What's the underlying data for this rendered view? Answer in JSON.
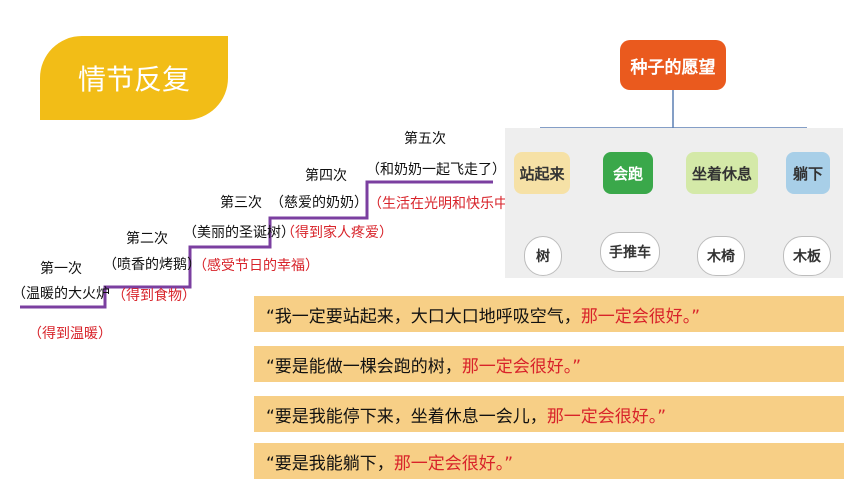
{
  "title": "情节反复",
  "steps": [
    {
      "label": "第一次",
      "item": "（温暖的大火炉",
      "result": "（得到温暖）"
    },
    {
      "label": "第二次",
      "item": "（喷香的烤鹅）",
      "result": "（得到食物）"
    },
    {
      "label": "第三次",
      "item": "（美丽的圣诞树）",
      "result": "（感受节日的幸福）"
    },
    {
      "label": "第四次",
      "item": "（慈爱的奶奶）",
      "result": "（得到家人疼爱）"
    },
    {
      "label": "第五次",
      "item": "（和奶奶一起飞走了）",
      "result": "（生活在光明和快乐中）"
    }
  ],
  "tree": {
    "root": "种子的愿望",
    "children": [
      {
        "label": "站起来",
        "leaf": "树",
        "color": "#f6e1a6",
        "text_color": "#333333"
      },
      {
        "label": "会跑",
        "leaf": "手推车",
        "color": "#3aa84a",
        "text_color": "#ffffff"
      },
      {
        "label": "坐着休息",
        "leaf": "木椅",
        "color": "#d4e9a8",
        "text_color": "#333333"
      },
      {
        "label": "躺下",
        "leaf": "木板",
        "color": "#a8cfe8",
        "text_color": "#333333"
      }
    ]
  },
  "quotes": [
    {
      "main": "“我一定要站起来，大口大口地呼吸空气，",
      "tail": "那一定会很好。”"
    },
    {
      "main": "“要是能做一棵会跑的树，",
      "tail": "那一定会很好。”"
    },
    {
      "main": "“要是我能停下来，坐着休息一会儿，",
      "tail": "那一定会很好。”"
    },
    {
      "main": "“要是我能躺下，",
      "tail": "那一定会很好。”"
    }
  ],
  "colors": {
    "accent": "#f2bd17",
    "stair": "#7b3fa0",
    "red": "#d8232a",
    "root": "#ea5a1e",
    "quote_bg": "#f7cf86"
  }
}
